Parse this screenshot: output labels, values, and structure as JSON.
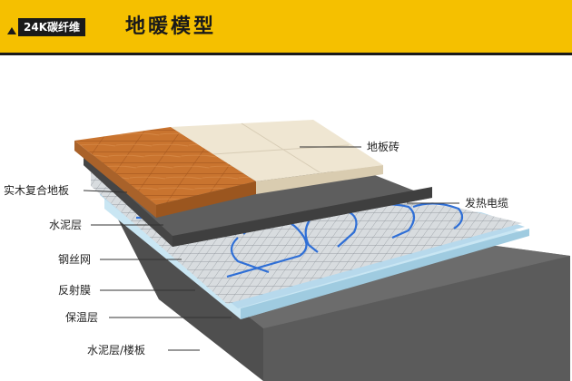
{
  "header": {
    "badge": "24K碳纤维",
    "title": "地暖模型"
  },
  "labels": {
    "tile": "地板砖",
    "wood": "实木复合地板",
    "cable": "发热电缆",
    "cement": "水泥层",
    "mesh": "钢丝网",
    "reflect": "反射膜",
    "insulation": "保温层",
    "base": "水泥层/楼板"
  },
  "colors": {
    "header_bg": "#f5c000",
    "wood": "#c9742f",
    "tile": "#efe6d2",
    "cement": "#595959",
    "mesh": "#cfd3d6",
    "cable": "#2f6fd6",
    "reflect": "#a9d5ea",
    "insulation": "#c9e6f3",
    "base": "#646464"
  }
}
